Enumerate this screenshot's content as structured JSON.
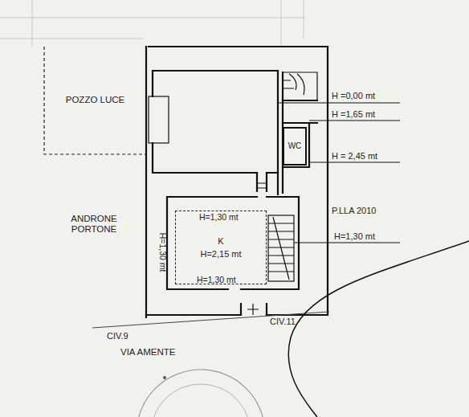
{
  "diagram": {
    "nodes": [
      {
        "text": [
          "POZZO LUCE"
        ]
      },
      {
        "text": [
          "WC"
        ]
      },
      {
        "text": [
          "K",
          "H=2,15 mt"
        ]
      }
    ],
    "labels": [
      "H =0,00 mt",
      "H =1,65 mt",
      "H = 2,45 mt",
      "ANDRONE PORTONE",
      "P.LLA 2010",
      "H=1,30 mt",
      "H=1,30 mt",
      "H=1,30 mt",
      "H=1,30 mt",
      "CIV.9",
      "CIV.11",
      "VIA AMENTE"
    ]
  }
}
